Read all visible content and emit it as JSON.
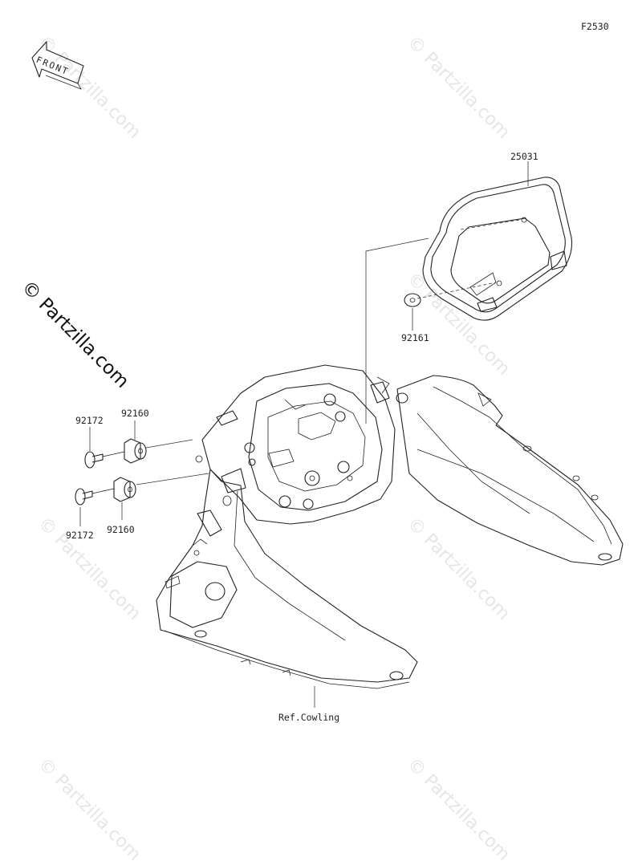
{
  "figure_code": "F2530",
  "front_arrow_label": "FRONT",
  "watermark": {
    "main": "© Partzilla.com",
    "repeat": "© Partzilla.com"
  },
  "parts": [
    {
      "id": "25031",
      "label": "25031"
    },
    {
      "id": "92161",
      "label": "92161"
    },
    {
      "id": "92160-upper",
      "label": "92160"
    },
    {
      "id": "92172-upper",
      "label": "92172"
    },
    {
      "id": "92172-lower",
      "label": "92172"
    },
    {
      "id": "92160-lower",
      "label": "92160"
    }
  ],
  "reference": "Ref.Cowling"
}
